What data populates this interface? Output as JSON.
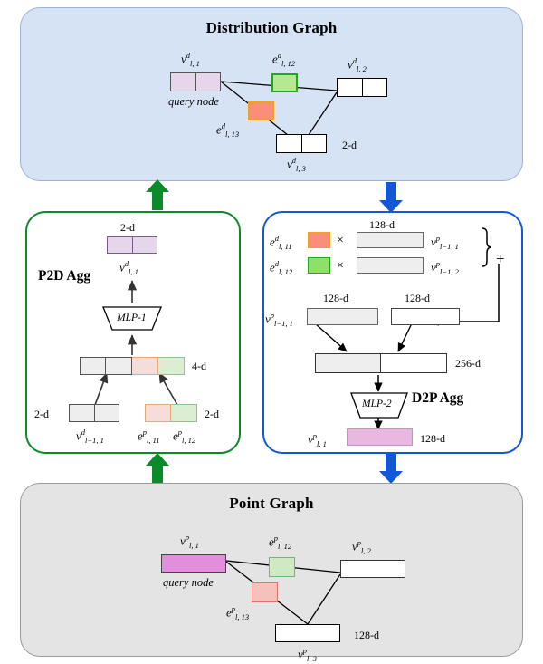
{
  "panels": {
    "distribution": {
      "title": "Distribution Graph",
      "query_note": "query node",
      "dim_label": "2-d",
      "nodes": [
        {
          "id": "v_l1_d",
          "label": "v",
          "sup": "d",
          "sub": "l, 1",
          "color": "#e6d6ec"
        },
        {
          "id": "v_l2_d",
          "label": "v",
          "sup": "d",
          "sub": "l, 2",
          "color": "#ffffff"
        },
        {
          "id": "v_l3_d",
          "label": "v",
          "sup": "d",
          "sub": "l, 3",
          "color": "#ffffff"
        }
      ],
      "edges": [
        {
          "id": "e_l12_d",
          "label": "e",
          "sup": "d",
          "sub": "l, 12",
          "color": "#b6e892",
          "border": "#1fa81f"
        },
        {
          "id": "e_l13_d",
          "label": "e",
          "sup": "d",
          "sub": "l, 13",
          "color": "#fb8d7c",
          "border": "#f0a21c"
        }
      ]
    },
    "point": {
      "title": "Point Graph",
      "query_note": "query node",
      "dim_label": "128-d",
      "nodes": [
        {
          "id": "v_l1_p",
          "label": "v",
          "sup": "p",
          "sub": "l, 1",
          "color": "#e18fdd"
        },
        {
          "id": "v_l2_p",
          "label": "v",
          "sup": "p",
          "sub": "l, 2",
          "color": "#ffffff"
        },
        {
          "id": "v_l3_p",
          "label": "v",
          "sup": "p",
          "sub": "l, 3",
          "color": "#ffffff"
        }
      ],
      "edges": [
        {
          "id": "e_l12_p",
          "label": "e",
          "sup": "p",
          "sub": "l, 12",
          "color": "#cfe9c2",
          "border": "#6db96d"
        },
        {
          "id": "e_l13_p",
          "label": "e",
          "sup": "p",
          "sub": "l, 13",
          "color": "#f6c0bb",
          "border": "#d9756c"
        }
      ]
    },
    "p2d": {
      "title": "P2D Agg",
      "mlp": "MLP-1",
      "output_dim": "2-d",
      "concat_dim": "4-d",
      "input_dim_left": "2-d",
      "input_dim_right": "2-d",
      "output_node": {
        "label": "v",
        "sup": "d",
        "sub": "l, 1"
      },
      "input_node": {
        "label": "v",
        "sup": "d",
        "sub": "l−1, 1"
      },
      "edge_in_1": {
        "label": "e",
        "sup": "p",
        "sub": "l, 11"
      },
      "edge_in_2": {
        "label": "e",
        "sup": "p",
        "sub": "l, 12"
      }
    },
    "d2p": {
      "title": "D2P Agg",
      "mlp": "MLP-2",
      "times_symbol": "×",
      "plus_symbol": "+",
      "dim_128": "128-d",
      "dim_256": "256-d",
      "rows": [
        {
          "edge": {
            "label": "e",
            "sup": "d",
            "sub": "l, 11"
          },
          "edge_color": "#fb8d7c",
          "edge_border": "#f0a21c",
          "vec": {
            "label": "v",
            "sup": "p",
            "sub": "l−1, 1"
          }
        },
        {
          "edge": {
            "label": "e",
            "sup": "d",
            "sub": "l, 12"
          },
          "edge_color": "#8fe06a",
          "edge_border": "#1fa81f",
          "vec": {
            "label": "v",
            "sup": "p",
            "sub": "l−1, 2"
          }
        }
      ],
      "left_vec": {
        "label": "v",
        "sup": "p",
        "sub": "l−1, 1"
      },
      "out_node": {
        "label": "v",
        "sup": "p",
        "sub": "l, 1"
      },
      "out_color": "#e9b8e0",
      "out_dim": "128-d"
    }
  },
  "arrows": {
    "p2d_to_distribution": {
      "name": "green-up-arrow",
      "color": "#0a8a28"
    },
    "distribution_to_d2p": {
      "name": "blue-down-arrow",
      "color": "#1157d6"
    },
    "point_to_p2d": {
      "name": "green-up-arrow",
      "color": "#0a8a28"
    },
    "d2p_to_point": {
      "name": "blue-down-arrow",
      "color": "#1157d6"
    }
  },
  "colors": {
    "distribution_bg": "#d6e3f5",
    "point_bg": "#e4e4e4",
    "p2d_border": "#0a8a28",
    "d2p_border": "#1157d6"
  }
}
